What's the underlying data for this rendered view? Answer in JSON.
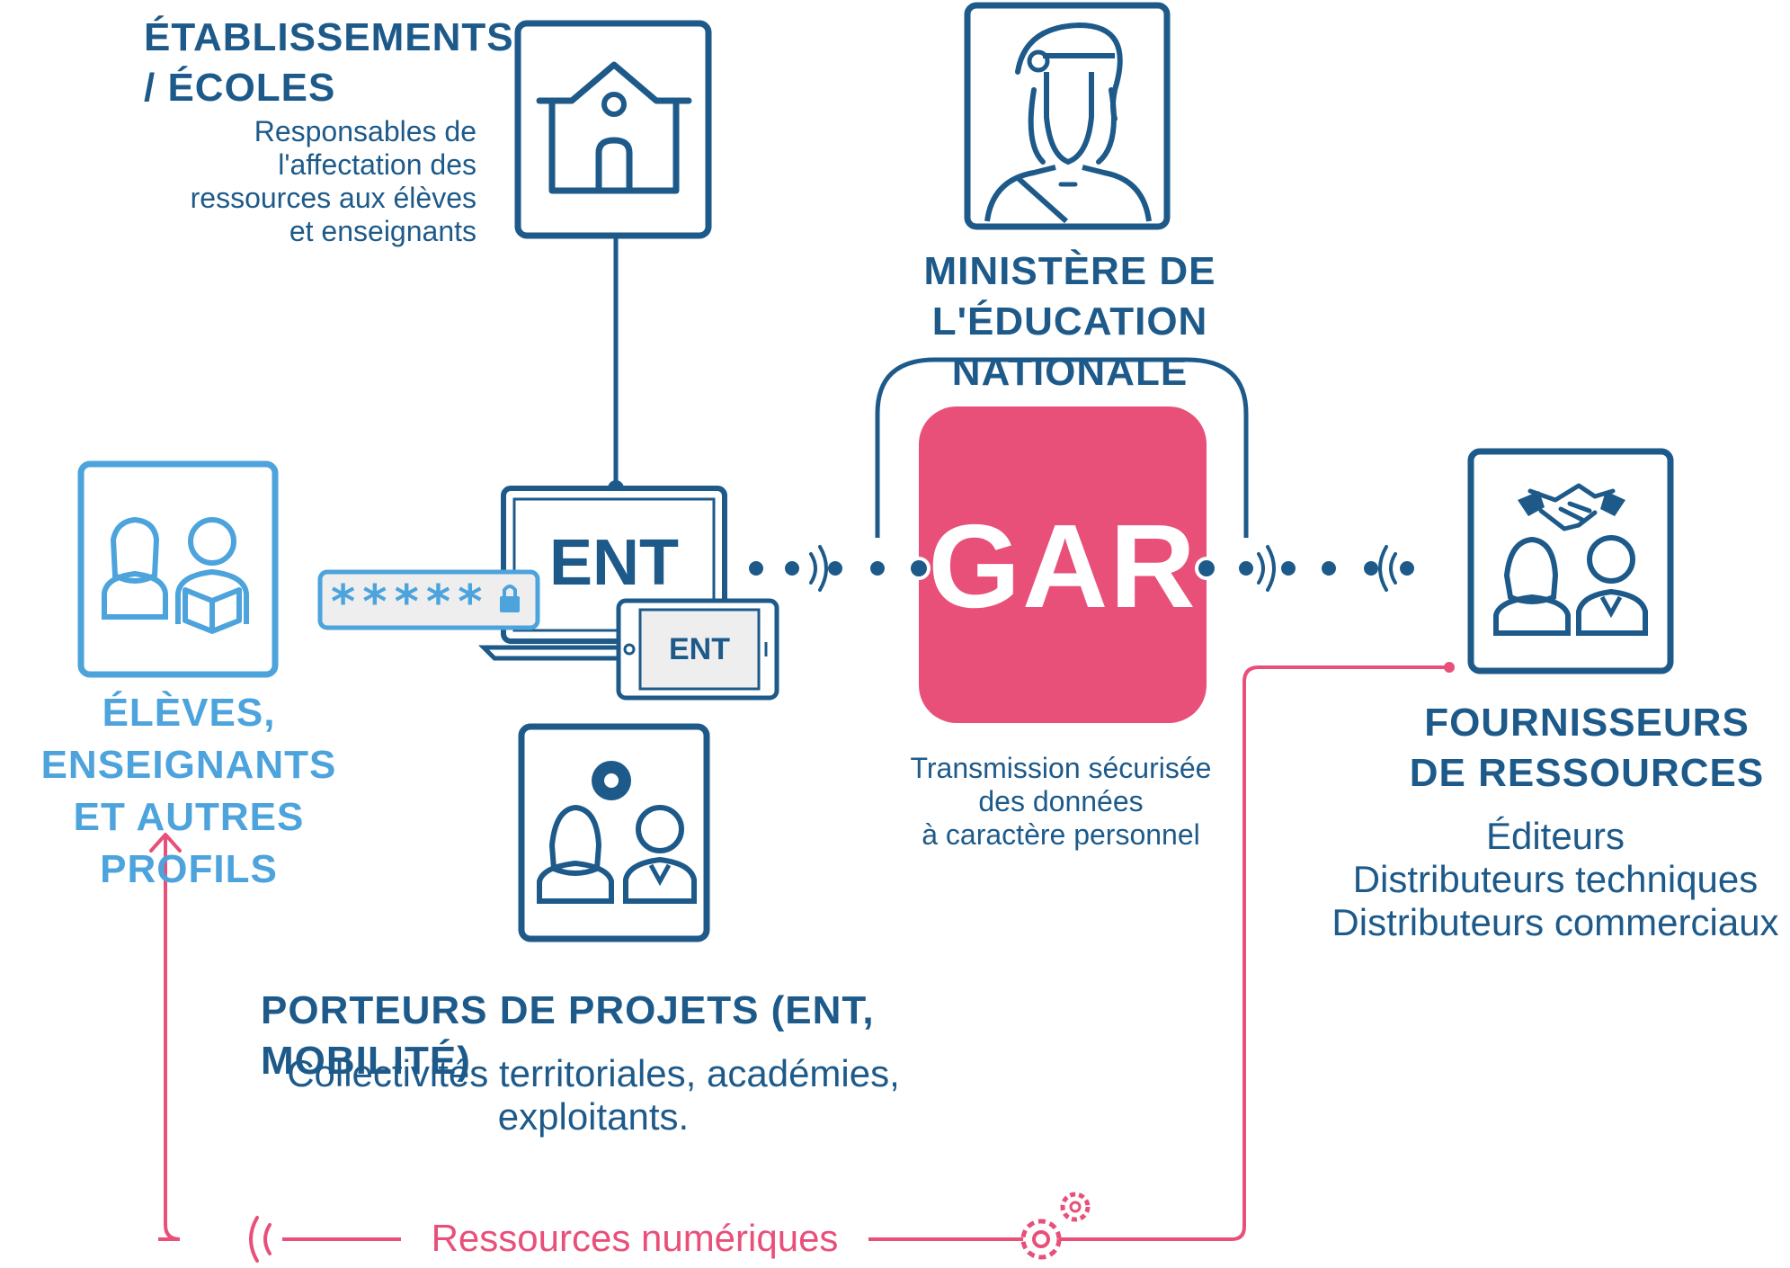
{
  "colors": {
    "dark_blue": "#1d5a8a",
    "light_blue": "#4da3dc",
    "gar_pink": "#e8507a",
    "pink_line": "#e8507a"
  },
  "etablissements": {
    "title_line1": "ÉTABLISSEMENTS",
    "title_line2": "/ ÉCOLES",
    "desc_lines": [
      "Responsables de",
      "l'affectation des",
      "ressources aux élèves",
      "et enseignants"
    ],
    "icon": "school-building-icon"
  },
  "ministere": {
    "title_line1": "MINISTÈRE DE L'ÉDUCATION",
    "title_line2": "NATIONALE",
    "icon": "marianne-icon"
  },
  "eleves": {
    "title_lines": [
      "ÉLÈVES,",
      "ENSEIGNANTS",
      "ET AUTRES PROFILS"
    ],
    "icon": "students-reading-icon"
  },
  "ent": {
    "laptop_label": "ENT",
    "tablet_label": "ENT",
    "password_mask": "*****",
    "password_icon": "lock-icon"
  },
  "gar": {
    "label": "GAR",
    "caption_lines": [
      "Transmission sécurisée",
      "des données",
      "à caractère personnel"
    ]
  },
  "fournisseurs": {
    "title_line1": "FOURNISSEURS",
    "title_line2": "DE RESSOURCES",
    "desc_lines": [
      "Éditeurs",
      "Distributeurs techniques",
      "Distributeurs commerciaux"
    ],
    "icon": "handshake-people-icon"
  },
  "porteurs": {
    "title": "PORTEURS DE PROJETS (ENT, MOBILITÉ)",
    "desc_lines": [
      "Collectivités territoriales, académies,",
      "exploitants."
    ],
    "icon": "project-people-ball-icon"
  },
  "ressources": {
    "label": "Ressources numériques",
    "icon": "gears-icon"
  }
}
